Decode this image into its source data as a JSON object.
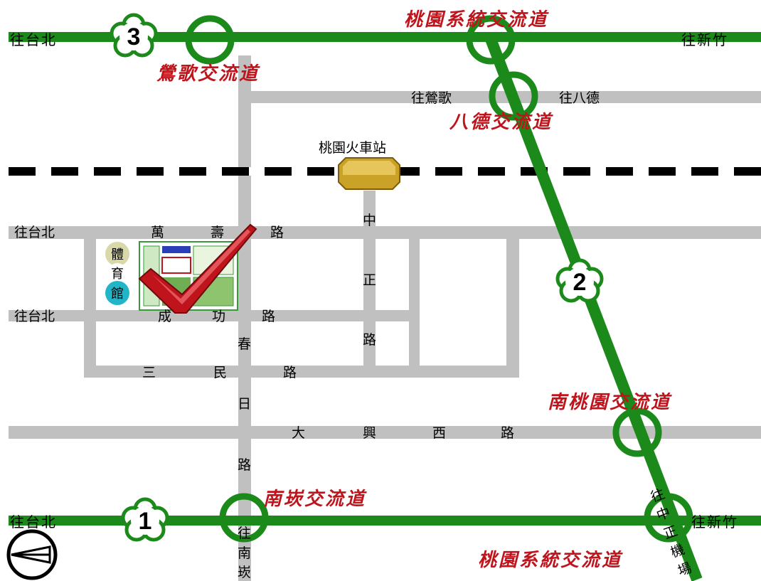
{
  "freeways": {
    "north_left_dir": "往台北",
    "north_right_dir": "往新竹",
    "south_left_dir": "往台北",
    "south_right_dir": "往新竹",
    "shield_north": "3",
    "shield_south": "1",
    "shield_diagonal": "2"
  },
  "interchanges": {
    "yingge": "鶯歌交流道",
    "taoyuan_system_north": "桃園系統交流道",
    "bade": "八德交流道",
    "south_taoyuan": "南桃園交流道",
    "nankan": "南崁交流道",
    "taoyuan_system_south": "桃園系統交流道"
  },
  "roads": {
    "upper_left": "往鶯歌",
    "upper_right": "往八德",
    "station": "桃園火車站",
    "wanshou_dir": "往台北",
    "wanshou": [
      "萬",
      "壽",
      "路"
    ],
    "chenggong_dir": "往台北",
    "chenggong": [
      "成",
      "功",
      "路"
    ],
    "sanmin": [
      "三",
      "民",
      "路"
    ],
    "daxing": [
      "大",
      "興",
      "西",
      "路"
    ],
    "zhongzheng": [
      "中",
      "正",
      "路"
    ],
    "chunri": [
      "春",
      "日",
      "路"
    ],
    "nankan_dir": [
      "往",
      "南",
      "崁"
    ],
    "airport_dir": [
      "往",
      "中",
      "正",
      "機",
      "場"
    ]
  },
  "venue": {
    "label": [
      "體",
      "育",
      "館"
    ]
  },
  "colors": {
    "freeway": "#1b8a1b",
    "road": "#c0c0c0",
    "interchange_text": "#c0141c",
    "marker": "#c0141c",
    "rail_dark": "#000000",
    "station_fill": "#c9a227",
    "gym_circle": "#22b5c8"
  },
  "icons": {
    "compass": "north-arrow-icon",
    "marker": "checkmark-icon",
    "station": "train-station-icon"
  }
}
